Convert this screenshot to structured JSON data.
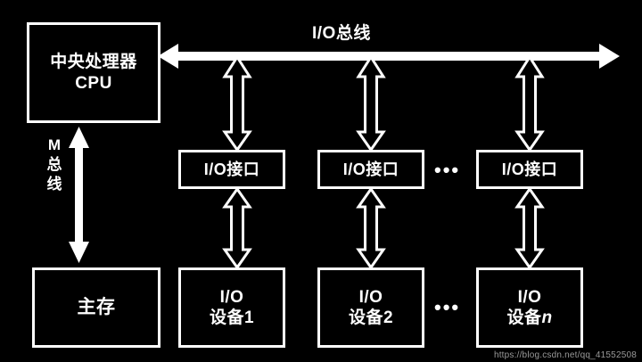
{
  "diagram": {
    "title_label": "I/O总线",
    "background_color": "#000000",
    "stroke_color": "#ffffff",
    "cpu": {
      "line1": "中央处理器",
      "line2": "CPU"
    },
    "memory": {
      "label": "主存"
    },
    "m_bus": {
      "char1": "M",
      "char2": "总",
      "char3": "线"
    },
    "interfaces": [
      {
        "label": "I/O接口"
      },
      {
        "label": "I/O接口"
      },
      {
        "label": "I/O接口"
      }
    ],
    "devices": [
      {
        "line1": "I/O",
        "line2_prefix": "设备",
        "line2_index": "1"
      },
      {
        "line1": "I/O",
        "line2_prefix": "设备",
        "line2_index": "2"
      },
      {
        "line1": "I/O",
        "line2_prefix": "设备",
        "line2_index": "n"
      }
    ],
    "ellipsis_interfaces": "•••",
    "ellipsis_devices": "•••"
  },
  "watermark": {
    "text": "https://blog.csdn.net/qq_41552508"
  }
}
